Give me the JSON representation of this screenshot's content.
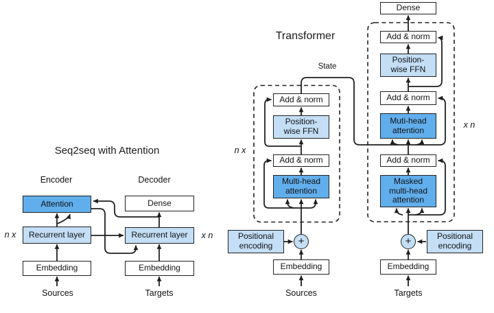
{
  "colors": {
    "box_medium_blue": "#61aeec",
    "box_light_blue": "#c3def5",
    "box_white": "#ffffff",
    "line_color": "#1f1f1f"
  },
  "seq2seq": {
    "title": "Seq2seq with Attention",
    "encoder_label": "Encoder",
    "decoder_label": "Decoder",
    "attention": "Attention",
    "dense": "Dense",
    "recurrent_enc": "Recurrent layer",
    "recurrent_dec": "Recurrent layer",
    "embedding_enc": "Embedding",
    "embedding_dec": "Embedding",
    "sources": "Sources",
    "targets": "Targets",
    "n_x": "n x",
    "x_n": "x n"
  },
  "transformer": {
    "title": "Transformer",
    "state_label": "State",
    "n_x": "n x",
    "x_n": "x n",
    "plus": "+",
    "encoder": {
      "addnorm_top": "Add & norm",
      "ffn_lines": [
        "Position-",
        "wise FFN"
      ],
      "addnorm_bottom": "Add & norm",
      "attention_lines": [
        "Multi-head",
        "attention"
      ],
      "positional_lines": [
        "Positional",
        "encoding"
      ],
      "embedding": "Embedding",
      "sources": "Sources"
    },
    "decoder": {
      "dense": "Dense",
      "addnorm_top": "Add & norm",
      "ffn_lines": [
        "Position-",
        "wise FFN"
      ],
      "addnorm_mid": "Add & norm",
      "attention_lines": [
        "Muti-head",
        "attention"
      ],
      "addnorm_bottom": "Add & norm",
      "masked_lines": [
        "Masked",
        "multi-head",
        "attention"
      ],
      "positional_lines": [
        "Positional",
        "encoding"
      ],
      "embedding": "Embedding",
      "targets": "Targets"
    }
  }
}
